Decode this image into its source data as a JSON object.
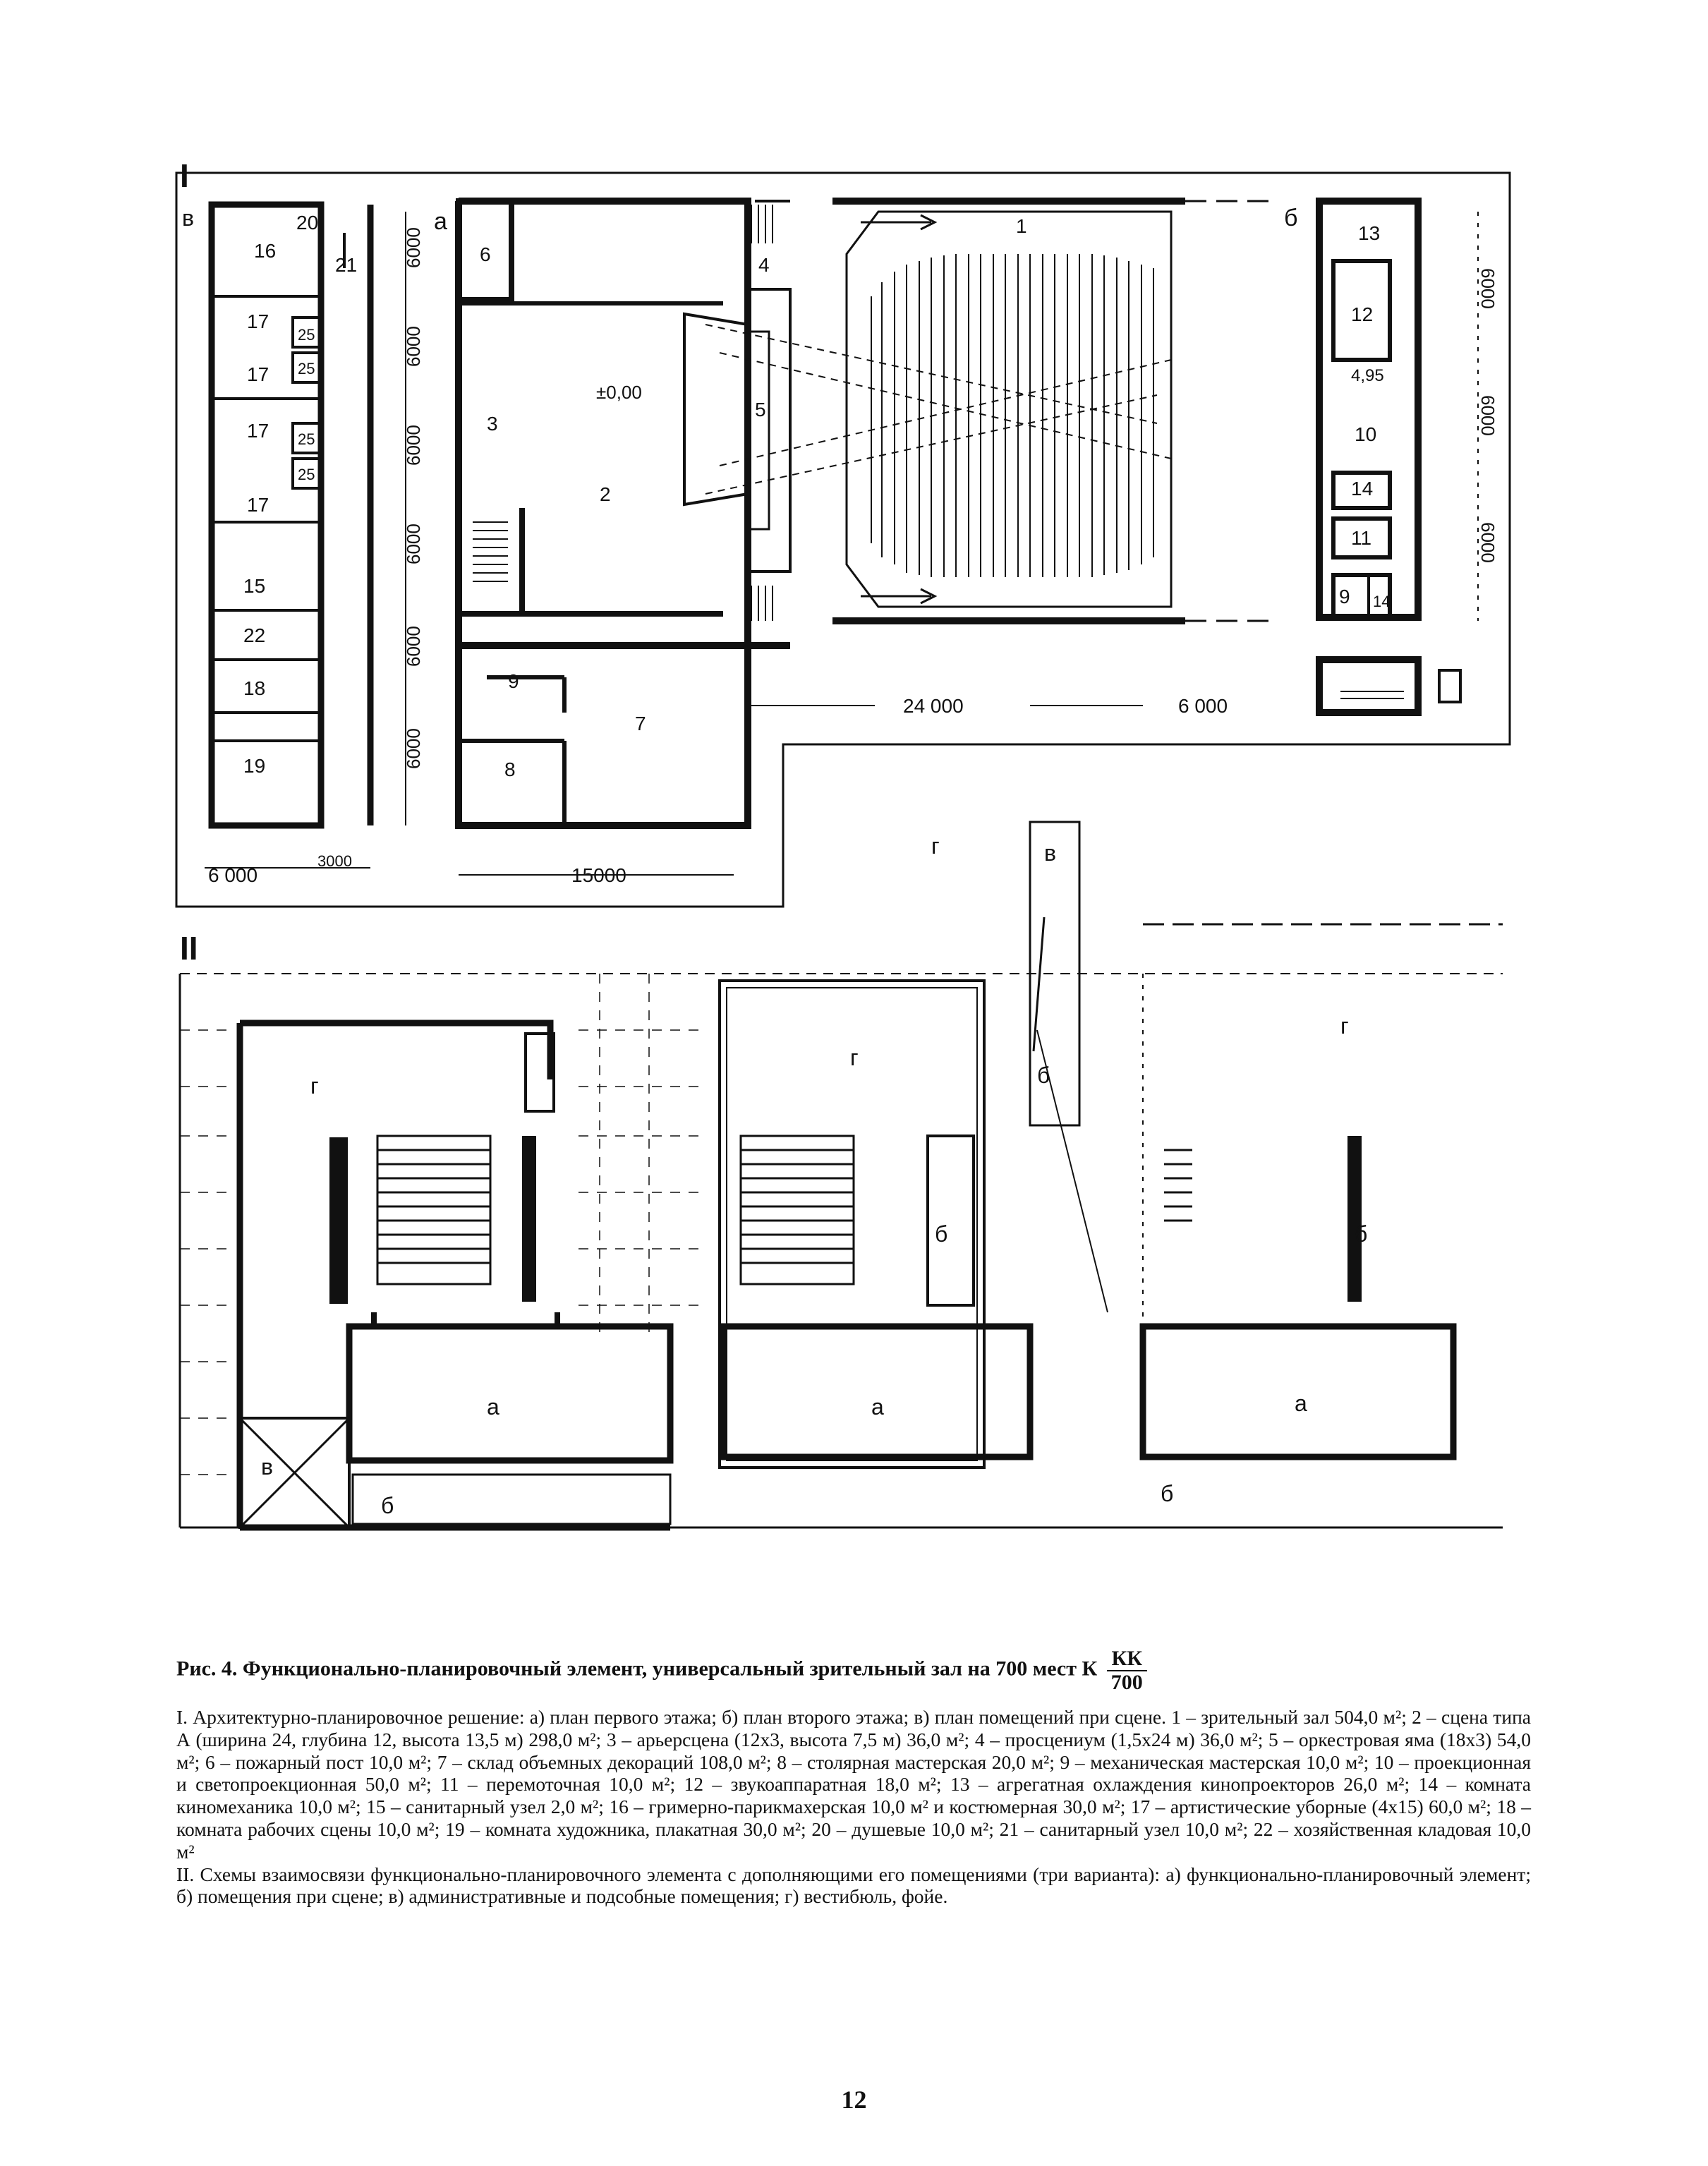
{
  "plan": {
    "part_one_numeral": "I",
    "part_two_numeral": "II",
    "sub_a": "а",
    "sub_b": "б",
    "sub_v": "в",
    "sub_g": "г",
    "level_mark": "±0,00",
    "projector_mark": "4,95",
    "rooms": [
      "1",
      "2",
      "3",
      "4",
      "5",
      "6",
      "7",
      "8",
      "9",
      "10",
      "11",
      "12",
      "13",
      "14",
      "14",
      "15",
      "16",
      "17",
      "17",
      "17",
      "17",
      "18",
      "19",
      "20",
      "21",
      "22",
      "25",
      "25",
      "25",
      "25"
    ],
    "dims_vertical_left": [
      "6000",
      "6000",
      "6000",
      "6000",
      "6000",
      "6000"
    ],
    "dims_vertical_right": [
      "6000",
      "6000",
      "6000"
    ],
    "dim_6000": "6 000",
    "dim_3000": "3000",
    "dim_15000": "15000",
    "dim_24000": "24 000",
    "dim_6000b": "6 000"
  },
  "schemes": {
    "labels_g": [
      "г",
      "г",
      "г"
    ],
    "labels_a": [
      "а",
      "а",
      "а"
    ],
    "labels_b": [
      "б",
      "б",
      "б",
      "б",
      "б"
    ],
    "labels_v": [
      "в",
      "в"
    ]
  },
  "caption": {
    "title": "Рис. 4. Функционально-планировочный элемент, универсальный зрительный зал на 700 мест К",
    "fraction_num": "КК",
    "fraction_den": "700",
    "line1": "I. Архитектурно-планировочное решение: а) план первого этажа; б) план второго этажа; в) план помещений при сцене. 1 – зрительный зал 504,0 м²; 2 – сцена типа А (ширина 24, глубина 12, высота 13,5 м) 298,0 м²; 3 – арьерсцена (12х3, высота 7,5 м) 36,0 м²; 4 – просцениум (1,5х24 м) 36,0 м²; 5 – оркестровая яма (18х3) 54,0 м²; 6 – пожарный пост 10,0 м²; 7 – склад объемных декораций 108,0 м²; 8 – столярная мастерская 20,0 м²; 9 – механическая мастерская 10,0 м²; 10 – проекционная и светопроекционная 50,0 м²; 11 – перемоточная 10,0 м²; 12 – звукоаппаратная 18,0 м²; 13 – агрегатная охлаждения кинопроекторов 26,0 м²; 14 – комната киномеханика 10,0 м²; 15 – санитарный узел 2,0 м²; 16 – гримерно-парикмахерская 10,0 м² и костюмерная 30,0 м²; 17 – артистические уборные (4х15) 60,0 м²; 18 – комната рабочих сцены 10,0 м²; 19 – комната художника, плакатная 30,0 м²; 20 – душевые 10,0 м²; 21 – санитарный узел 10,0 м²; 22 – хозяйственная кладовая 10,0 м²",
    "line2": "II. Схемы взаимосвязи функционально-планировочного элемента с дополняющими его помещениями (три варианта): а) функционально-планировочный элемент; б) помещения при сцене; в) административные и подсобные помещения; г) вестибюль, фойе."
  },
  "page_number": "12"
}
